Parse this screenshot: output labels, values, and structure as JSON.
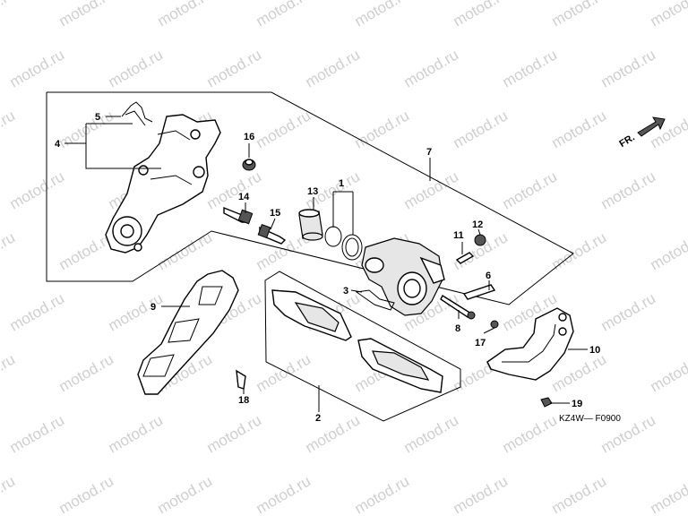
{
  "watermark": {
    "text": "motod.ru"
  },
  "fr_label": "FR.",
  "diagram_code": "KZ4W— F0900",
  "callouts": {
    "c1": "1",
    "c2": "2",
    "c3": "3",
    "c4": "4",
    "c5": "5",
    "c6": "6",
    "c7": "7",
    "c8": "8",
    "c9": "9",
    "c10": "10",
    "c11": "11",
    "c12": "12",
    "c13": "13",
    "c14": "14",
    "c15": "15",
    "c16": "16",
    "c17": "17",
    "c18": "18",
    "c19": "19"
  }
}
